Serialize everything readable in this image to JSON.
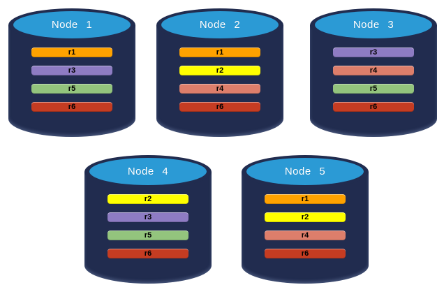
{
  "palette": {
    "node_body": "#212C4F",
    "node_top": "#2B9AD5",
    "r1": "#FFA200",
    "r2": "#FFFF00",
    "r3": "#8E7CC3",
    "r4": "#DD7E6B",
    "r5": "#93C47D",
    "r6": "#C53C22"
  },
  "nodes": [
    {
      "name": "Node 1",
      "bars": [
        {
          "label": "r1",
          "color": "#FFA200"
        },
        {
          "label": "r3",
          "color": "#8E7CC3"
        },
        {
          "label": "r5",
          "color": "#93C47D"
        },
        {
          "label": "r6",
          "color": "#C53C22"
        }
      ]
    },
    {
      "name": "Node 2",
      "bars": [
        {
          "label": "r1",
          "color": "#FFA200"
        },
        {
          "label": "r2",
          "color": "#FFFF00"
        },
        {
          "label": "r4",
          "color": "#DD7E6B"
        },
        {
          "label": "r6",
          "color": "#C53C22"
        }
      ]
    },
    {
      "name": "Node 3",
      "bars": [
        {
          "label": "r3",
          "color": "#8E7CC3"
        },
        {
          "label": "r4",
          "color": "#DD7E6B"
        },
        {
          "label": "r5",
          "color": "#93C47D"
        },
        {
          "label": "r6",
          "color": "#C53C22"
        }
      ]
    },
    {
      "name": "Node 4",
      "bars": [
        {
          "label": "r2",
          "color": "#FFFF00"
        },
        {
          "label": "r3",
          "color": "#8E7CC3"
        },
        {
          "label": "r5",
          "color": "#93C47D"
        },
        {
          "label": "r6",
          "color": "#C53C22"
        }
      ]
    },
    {
      "name": "Node 5",
      "bars": [
        {
          "label": "r1",
          "color": "#FFA200"
        },
        {
          "label": "r2",
          "color": "#FFFF00"
        },
        {
          "label": "r4",
          "color": "#DD7E6B"
        },
        {
          "label": "r6",
          "color": "#C53C22"
        }
      ]
    }
  ]
}
